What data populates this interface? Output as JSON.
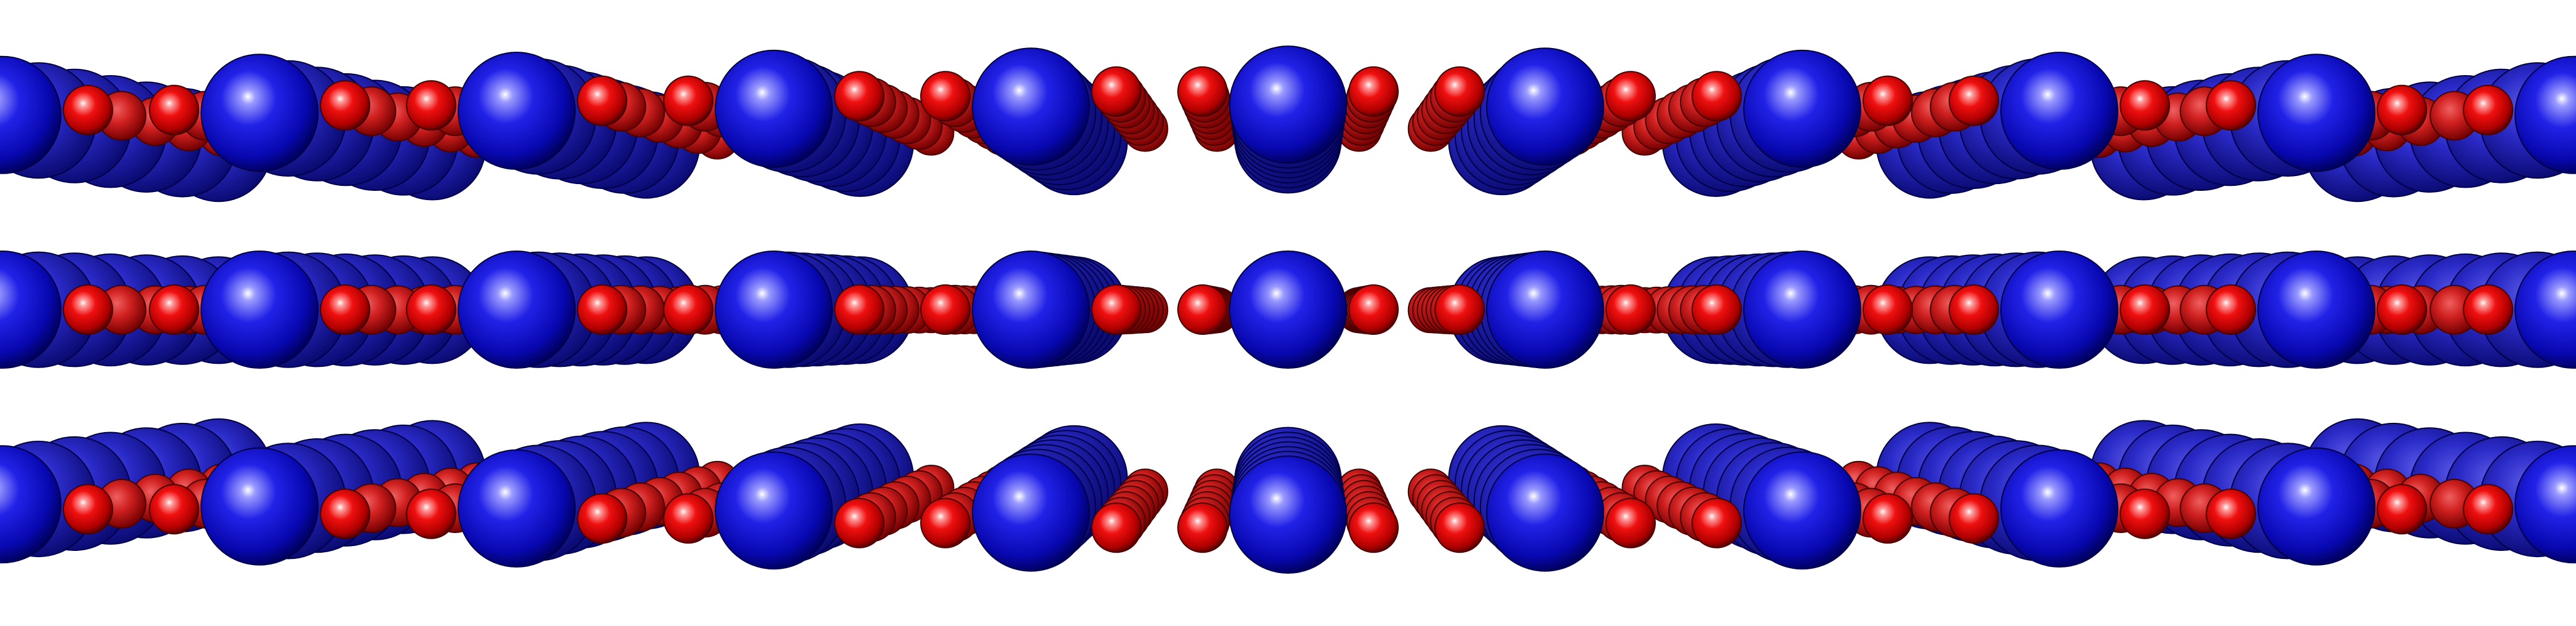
{
  "image": {
    "background": "#ffffff",
    "subject": "crystal-structure-projection",
    "atom_species": [
      {
        "name": "large-atom",
        "color": "#1010d8",
        "highlight": "#ffffff",
        "shade": "#000060"
      },
      {
        "name": "small-atom",
        "color": "#e00000",
        "highlight": "#ffffff",
        "shade": "#600000"
      }
    ],
    "layers": 3,
    "chain_columns_per_layer": 13
  }
}
